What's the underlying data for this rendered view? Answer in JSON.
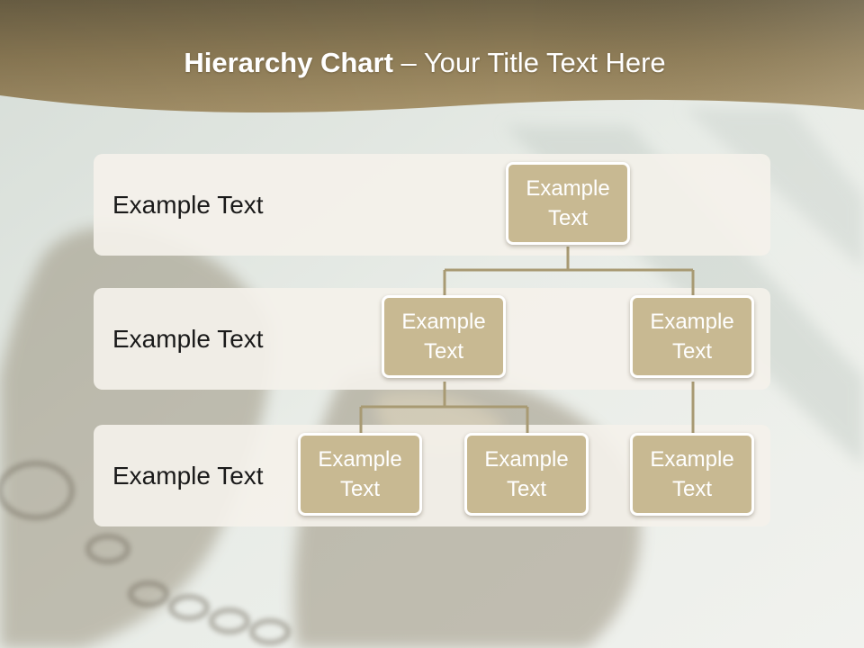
{
  "slide": {
    "title_bold": "Hierarchy Chart",
    "title_rest": " – Your Title Text Here"
  },
  "levels": [
    {
      "label": "Example Text"
    },
    {
      "label": "Example Text"
    },
    {
      "label": "Example Text"
    }
  ],
  "nodes": {
    "root": "Example Text",
    "level2_left": "Example Text",
    "level2_right": "Example Text",
    "level3_left_a": "Example Text",
    "level3_left_b": "Example Text",
    "level3_right": "Example Text"
  },
  "colors": {
    "header_band": "#9c8a62",
    "node_fill": "#c8b992",
    "connector": "#a89a73",
    "band_fill": "#f4f1ea"
  }
}
